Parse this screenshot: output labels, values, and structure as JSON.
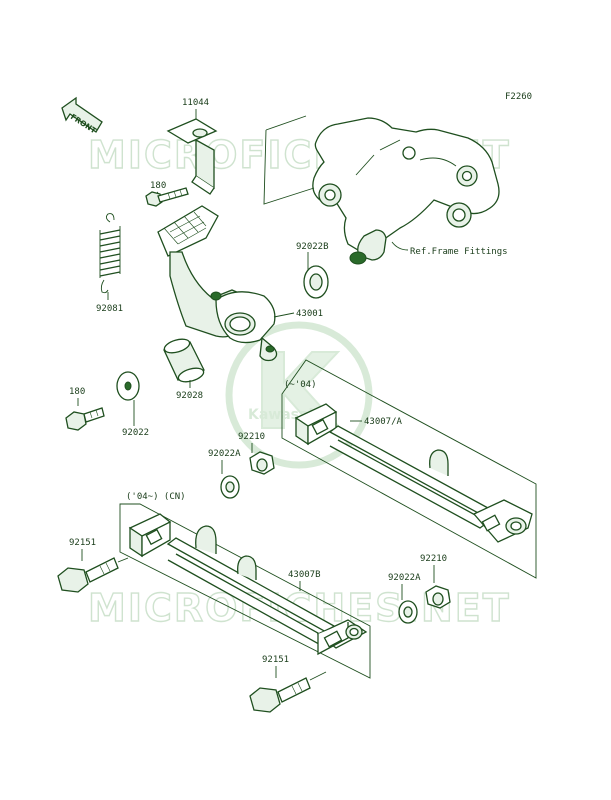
{
  "figure_code": "F2260",
  "front_label": "FRONT",
  "watermark_text": "MICROFICHES.NET",
  "logo_text": "Kawasaki",
  "ref_label": "Ref.Frame Fittings",
  "parts": {
    "p11044": "11044",
    "p180_top": "180",
    "p92081": "92081",
    "p92022B": "92022B",
    "p43001": "43001",
    "p92028": "92028",
    "p180_mid": "180",
    "p92022": "92022",
    "p43007A": "43007/A",
    "p92210_a": "92210",
    "p92022A_a": "92022A",
    "p92151_a": "92151",
    "p43007B": "43007B",
    "p92210_b": "92210",
    "p92022A_b": "92022A",
    "p92151_b": "92151"
  },
  "notes": {
    "upto04": "(~'04)",
    "from04": "('04~) (CN)"
  },
  "colors": {
    "line": "#1f4f1f",
    "fill": "#e8f2e8",
    "accent": "#2a6a2a",
    "watermark": "#cfe3cf"
  }
}
